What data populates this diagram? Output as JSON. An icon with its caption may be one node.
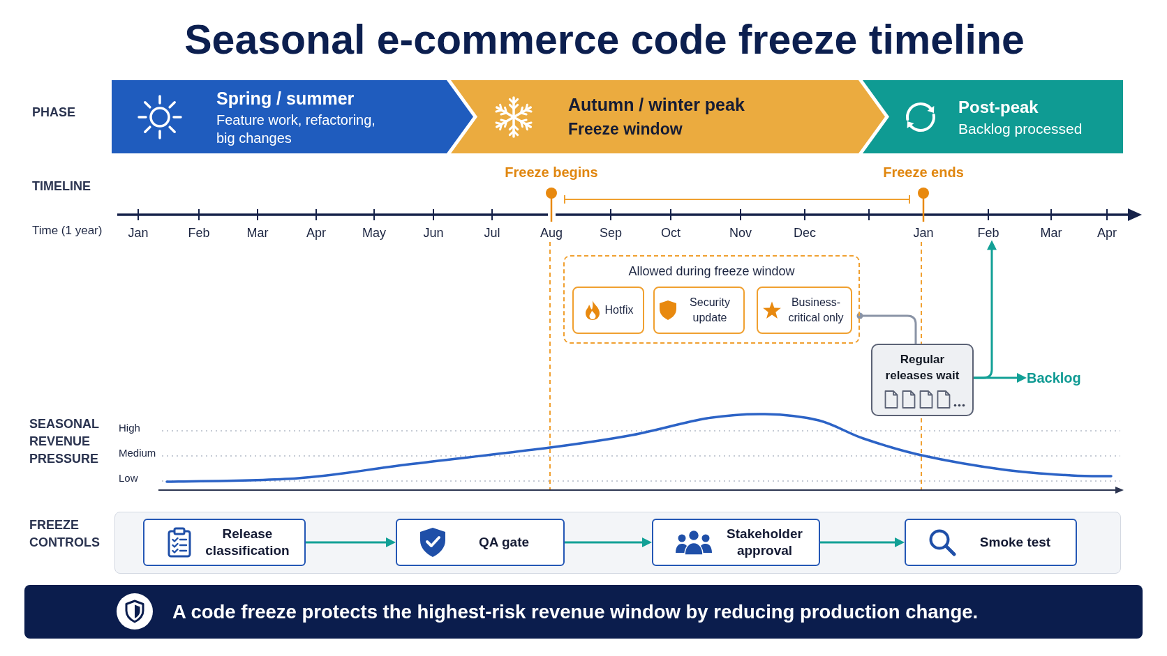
{
  "diagram": {
    "title": "Seasonal e-commerce code freeze timeline",
    "caption": "A code freeze protects the highest-risk revenue window by reducing production change.",
    "nodes": [
      {
        "text": [
          "Spring / summer",
          "Feature work, refactoring, big changes"
        ]
      },
      {
        "text": [
          "Autumn / winter peak",
          "Freeze window"
        ]
      },
      {
        "text": [
          "Post-peak",
          "Backlog processed"
        ]
      },
      {
        "text": [
          "Feb"
        ]
      },
      {
        "text": [
          "Allowed during freeze window"
        ]
      },
      {
        "text": [
          "Hotfix"
        ],
        "in": 4
      },
      {
        "text": [
          "Security update"
        ],
        "in": 4
      },
      {
        "text": [
          "Business-critical only"
        ],
        "in": 4
      },
      {
        "text": [
          "Regular releases wait"
        ]
      },
      {
        "text": [
          "Backlog"
        ]
      },
      {
        "text": [
          "Release classification"
        ]
      },
      {
        "text": [
          "QA gate"
        ]
      },
      {
        "text": [
          "Stakeholder approval"
        ]
      },
      {
        "text": [
          "Smoke test"
        ]
      }
    ],
    "edges": [
      {
        "from": 4,
        "to": 8,
        "arrow": "other",
        "color": "#8a94a6"
      },
      {
        "from": 8,
        "to": 9,
        "arrow": "to"
      },
      {
        "from": 8,
        "to": 3,
        "arrow": "to"
      },
      {
        "from": 10,
        "to": 11,
        "arrow": "to"
      },
      {
        "from": 11,
        "to": 12,
        "arrow": "to"
      },
      {
        "from": 12,
        "to": 13,
        "arrow": "to"
      }
    ],
    "labels": [
      "PHASE",
      "TIMELINE",
      "Freeze begins",
      "Freeze ends",
      "Time (1 year)",
      "Jan",
      "Feb",
      "Mar",
      "Apr",
      "May",
      "Jun",
      "Jul",
      "Aug",
      "Sep",
      "Oct",
      "Nov",
      "Dec",
      "Jan",
      "Mar",
      "Apr",
      "SEASONAL REVENUE PRESSURE",
      "High",
      "Medium",
      "Low",
      "FREEZE CONTROLS"
    ]
  }
}
